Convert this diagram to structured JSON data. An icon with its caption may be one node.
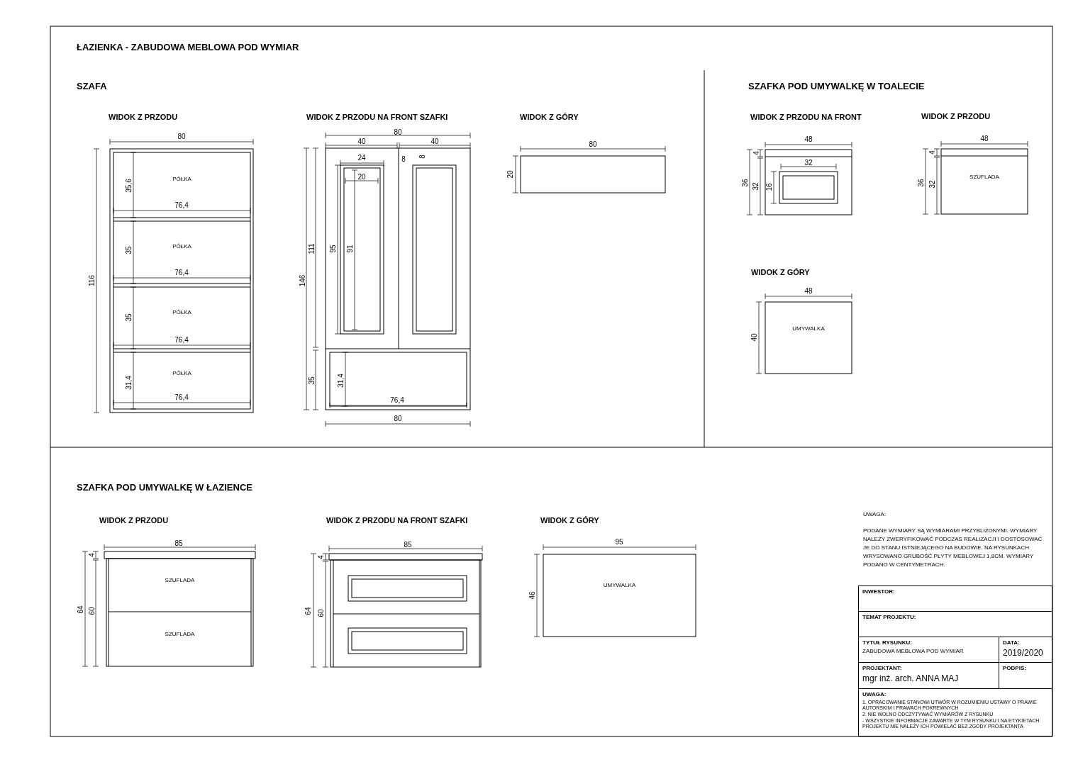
{
  "diagram": {
    "title": "ŁAZIENKA - ZABUDOWA MEBLOWA POD WYMIAR",
    "nodes": [
      {
        "text": [
          "PÓŁKA"
        ]
      },
      {
        "text": [
          "PÓŁKA"
        ]
      },
      {
        "text": [
          "PÓŁKA"
        ]
      },
      {
        "text": [
          "PÓŁKA"
        ]
      },
      {
        "text": [
          "SZUFLADA"
        ]
      },
      {
        "text": [
          "UMYWALKA"
        ]
      },
      {
        "text": [
          "SZUFLADA"
        ]
      },
      {
        "text": [
          "SZUFLADA"
        ]
      },
      {
        "text": [
          "UMYWALKA"
        ]
      },
      {
        "text": [
          "INWESTOR:"
        ]
      },
      {
        "text": [
          "TEMAT PROJEKTU:"
        ]
      },
      {
        "text": [
          "TYTUŁ RYSUNKU:",
          "ZABUDOWA MEBLOWA POD WYMIAR"
        ]
      },
      {
        "text": [
          "DATA:",
          "2019/2020"
        ]
      },
      {
        "text": [
          "PROJEKTANT:",
          "mgr inż. arch. ANNA MAJ"
        ]
      },
      {
        "text": [
          "PODPIS:"
        ]
      },
      {
        "text": [
          "UWAGA:",
          "1. OPRACOWANIE STANOWI UTWÓR W ROZUMIENIU USTAWY O PRAWIE AUTORSKIM I PRAWACH POKREWNYCH",
          "2. NIE WOLNO ODCZYTYWAĆ WYMIARÓW Z RYSUNKU",
          "- WSZYSTKIE INFORMACJE ZAWARTE W TYM RYSUNKU I NA ETYKIETACH PROJEKTU NIE NALEŻY ICH POWIELAĆ BEZ ZGODY PROJEKTANTA"
        ]
      }
    ],
    "labels": [
      "SZAFA",
      "WIDOK Z PRZODU",
      "WIDOK Z PRZODU NA FRONT SZAFKI",
      "WIDOK Z GÓRY",
      "SZAFKA POD UMYWALKĘ W TOALECIE",
      "WIDOK Z PRZODU NA FRONT",
      "WIDOK Z PRZODU",
      "WIDOK Z GÓRY",
      "SZAFKA POD UMYWALKĘ W ŁAZIENCE",
      "WIDOK Z PRZODU",
      "WIDOK Z PRZODU NA FRONT SZAFKI",
      "WIDOK Z GÓRY",
      "80",
      "116",
      "35,6",
      "76,4",
      "35",
      "76,4",
      "35",
      "76,4",
      "31,4",
      "76,4",
      "80",
      "40",
      "40",
      "24",
      "20",
      "8",
      "8",
      "95",
      "91",
      "146",
      "111",
      "35",
      "31,4",
      "76,4",
      "80",
      "80",
      "20",
      "48",
      "4",
      "36",
      "32",
      "32",
      "16",
      "48",
      "4",
      "36",
      "32",
      "48",
      "40",
      "85",
      "4",
      "64",
      "60",
      "85",
      "4",
      "64",
      "60",
      "95",
      "46",
      "UWAGA:",
      "PODANE WYMIARY SĄ WYMIARAMI PRZYBLIŻONYMI. WYMIARY NALEŻY ZWERYFIKOWAĆ PODCZAS REALIZACJI I DOSTOSOWAĆ JE DO STANU ISTNIEJĄCEGO NA BUDOWIE. NA RYSUNKACH WRYSOWANO GRUBOŚĆ PŁYTY MEBLOWEJ 1,8CM. WYMIARY PODANO W CENTYMETRACH."
    ]
  }
}
